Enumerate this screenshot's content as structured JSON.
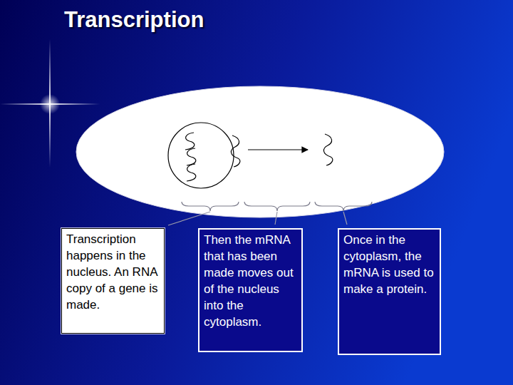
{
  "diagram": {
    "title": "Transcription",
    "nodes": [
      {
        "text": [
          "Transcription happens in the nucleus. An RNA copy of a gene is made."
        ]
      },
      {
        "text": [
          "Then the mRNA that has been made moves out of the nucleus into the cytoplasm."
        ]
      },
      {
        "text": [
          "Once in the cytoplasm, the mRNA is used to make a protein."
        ]
      }
    ]
  }
}
